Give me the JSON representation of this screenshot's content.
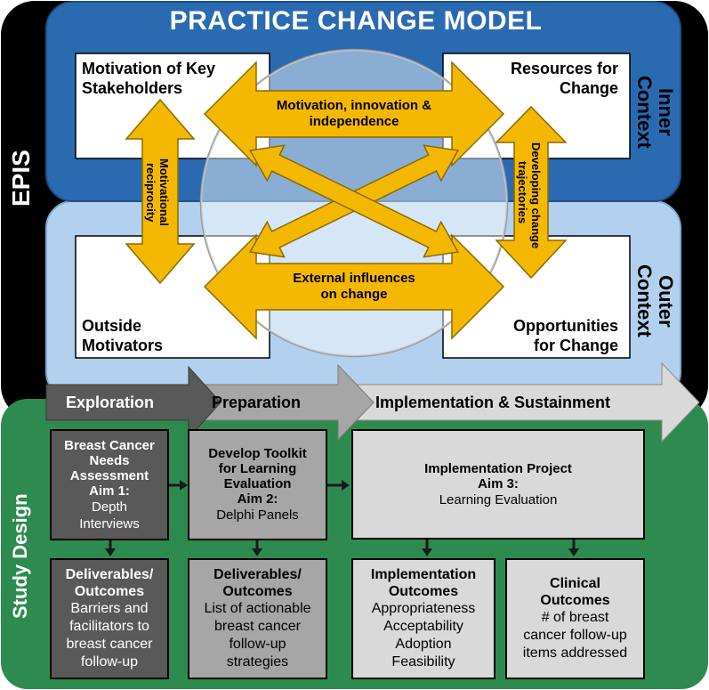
{
  "title": "PRACTICE CHANGE MODEL",
  "side_labels": {
    "epis": "EPIS",
    "study_design": "Study Design"
  },
  "context": {
    "inner": "Inner\nContext",
    "outer": "Outer\nContext"
  },
  "quadrants": {
    "top_left": "Motivation of Key\nStakeholders",
    "top_right": "Resources for\nChange",
    "bottom_left": "Outside\nMotivators",
    "bottom_right": "Opportunities\nfor Change"
  },
  "arrows": {
    "top": "Motivation, innovation &\nindependence",
    "bottom": "External influences\non change",
    "left": "Motivational\nreciprocity",
    "right": "Developing change\ntrajectories"
  },
  "phases": {
    "exploration": "Exploration",
    "preparation": "Preparation",
    "implementation": "Implementation & Sustainment"
  },
  "aims": {
    "aim1": {
      "title": "Breast Cancer\nNeeds\nAssessment\nAim 1:",
      "body": "Depth\nInterviews"
    },
    "aim2": {
      "title": "Develop Toolkit\nfor Learning\nEvaluation\nAim 2:",
      "body": "Delphi Panels"
    },
    "aim3": {
      "title": "Implementation Project\nAim 3:",
      "body": "Learning Evaluation"
    }
  },
  "outcomes": {
    "out1": {
      "title": "Deliverables/\nOutcomes",
      "body": "Barriers and\nfacilitators to\nbreast cancer\nfollow-up"
    },
    "out2": {
      "title": "Deliverables/\nOutcomes",
      "body": "List of actionable\nbreast cancer\nfollow-up\nstrategies"
    },
    "out3": {
      "title": "Implementation\nOutcomes",
      "body": "Appropriateness\nAcceptability\nAdoption\nFeasibility"
    },
    "out4": {
      "title": "Clinical\nOutcomes",
      "body": "# of breast\ncancer follow-up\nitems addressed"
    }
  },
  "colors": {
    "epis_bg": "#000000",
    "study_bg": "#2e8b4f",
    "inner_blue": "#2a6ab1",
    "outer_blue": "#b3d1ee",
    "arrow_gold": "#f5b800",
    "phase_dark": "#595959",
    "phase_mid": "#a6a6a6",
    "phase_light": "#d9d9d9"
  }
}
